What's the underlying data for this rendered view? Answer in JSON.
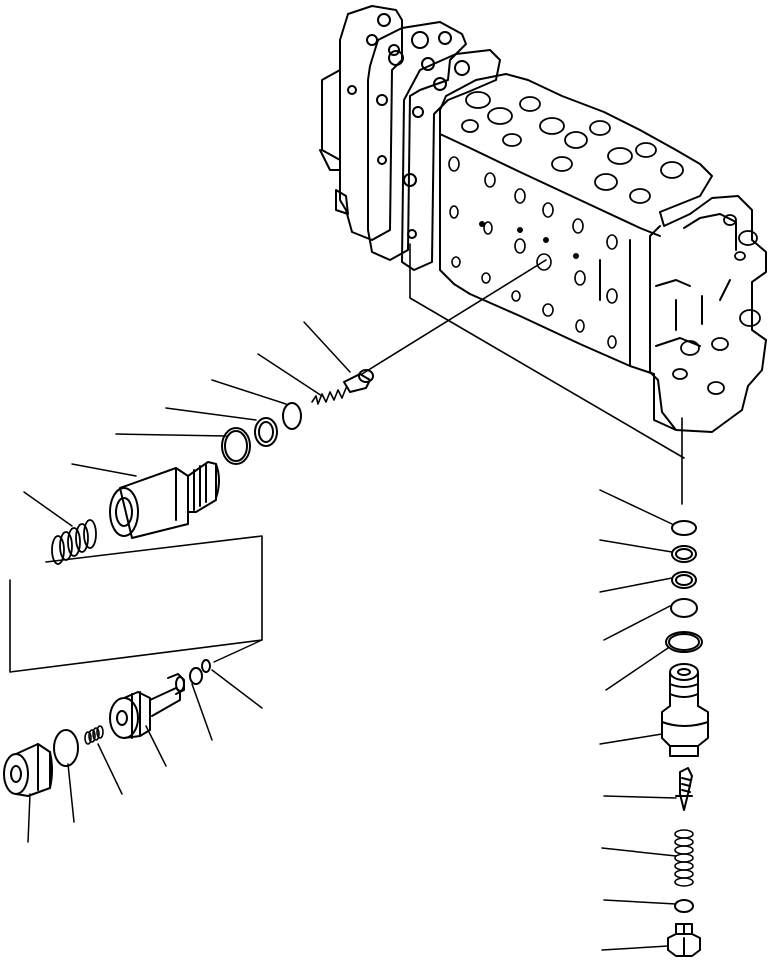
{
  "diagram": {
    "ink_color": "#000000",
    "background_color": "#ffffff",
    "main_assembly": "control-valve-body",
    "left_cartridge_parts": [
      "plug",
      "o-ring",
      "spring",
      "poppet",
      "o-ring",
      "small-o-ring"
    ],
    "upper_left_parts": [
      "spring",
      "sleeve",
      "backup-ring",
      "o-ring",
      "backup-ring",
      "o-ring",
      "spring",
      "check-valve"
    ],
    "right_relief_parts": [
      "o-ring",
      "backup-ring",
      "backup-ring",
      "o-ring",
      "o-ring",
      "valve-body",
      "poppet",
      "spring",
      "o-ring",
      "plug"
    ]
  }
}
